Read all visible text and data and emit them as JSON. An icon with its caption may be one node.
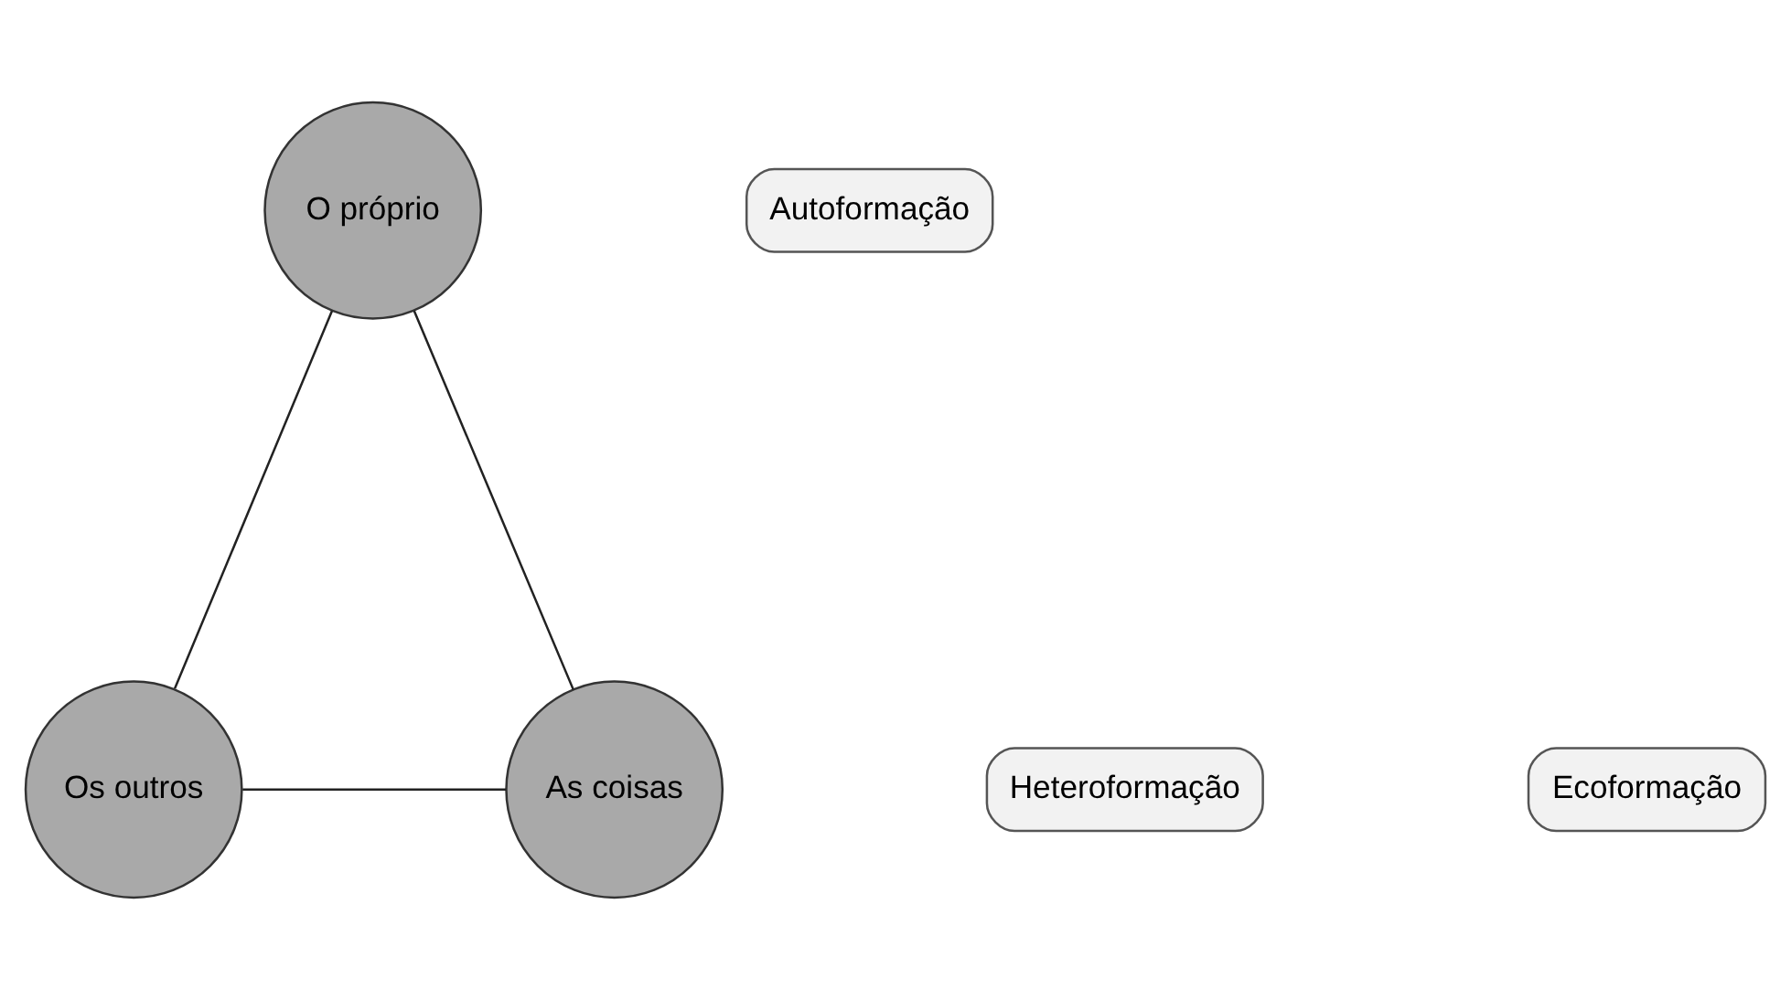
{
  "diagram": {
    "nodes": [
      {
        "text": [
          "O próprio"
        ]
      },
      {
        "text": [
          "Autoformação"
        ]
      },
      {
        "text": [
          "Os outros"
        ]
      },
      {
        "text": [
          "Heteroformação"
        ]
      },
      {
        "text": [
          "As coisas"
        ]
      },
      {
        "text": [
          "Ecoformação"
        ]
      }
    ],
    "edges": [
      {
        "from": 0,
        "to": 2,
        "arrow": "none"
      },
      {
        "from": 0,
        "to": 4,
        "arrow": "none"
      },
      {
        "from": 2,
        "to": 4,
        "arrow": "none"
      }
    ]
  }
}
